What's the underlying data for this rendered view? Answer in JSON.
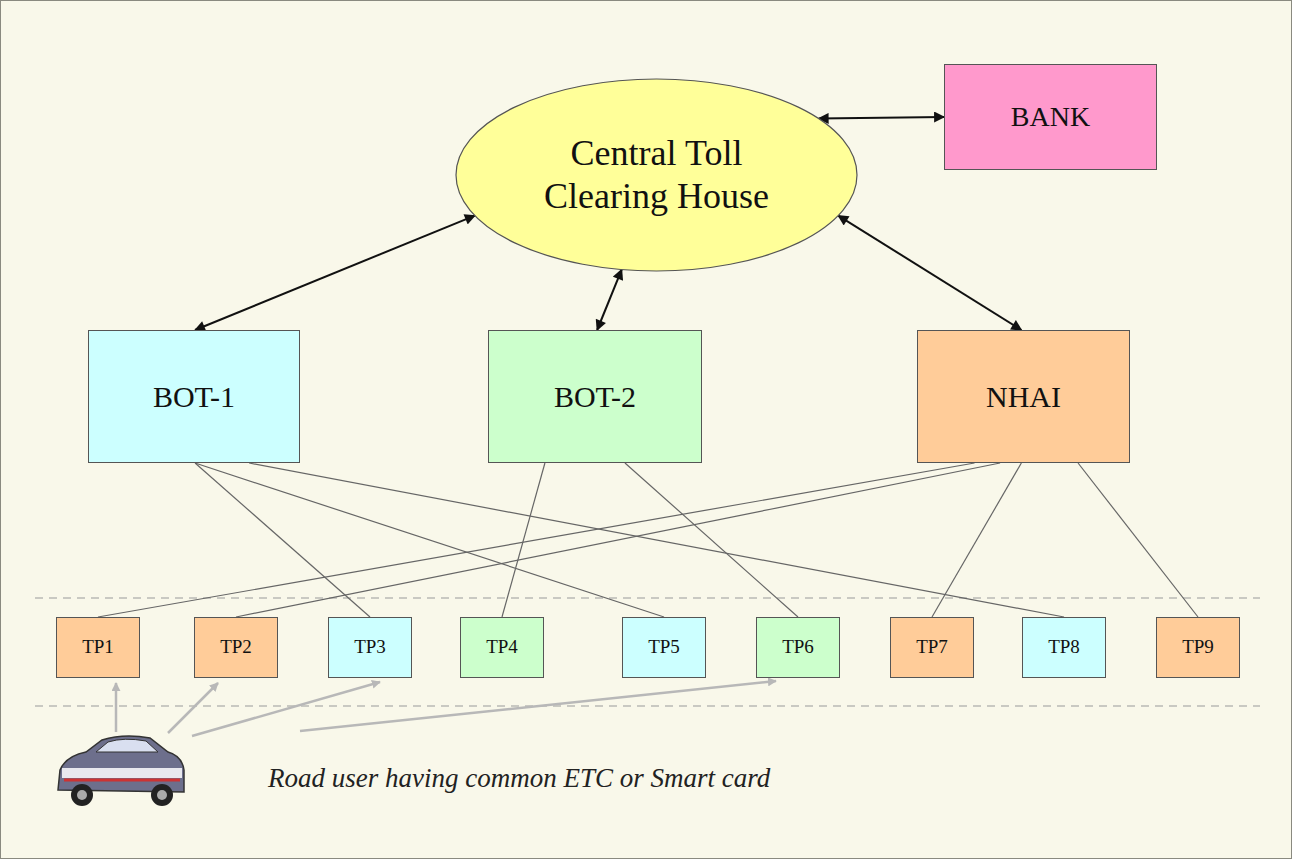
{
  "diagram": {
    "nodes": [
      {
        "text": [
          "Central Toll Clearing House"
        ]
      },
      {
        "text": [
          "BANK"
        ]
      },
      {
        "text": [
          "BOT-1"
        ]
      },
      {
        "text": [
          "BOT-2"
        ]
      },
      {
        "text": [
          "NHAI"
        ]
      },
      {
        "text": [
          "TP1"
        ]
      },
      {
        "text": [
          "TP2"
        ]
      },
      {
        "text": [
          "TP3"
        ]
      },
      {
        "text": [
          "TP4"
        ]
      },
      {
        "text": [
          "TP5"
        ]
      },
      {
        "text": [
          "TP6"
        ]
      },
      {
        "text": [
          "TP7"
        ]
      },
      {
        "text": [
          "TP8"
        ]
      },
      {
        "text": [
          "TP9"
        ]
      }
    ],
    "edges": [
      {
        "from": 0,
        "to": 1,
        "arrow": "both"
      },
      {
        "from": 0,
        "to": 2,
        "arrow": "both"
      },
      {
        "from": 0,
        "to": 3,
        "arrow": "both"
      },
      {
        "from": 0,
        "to": 4,
        "arrow": "both"
      },
      {
        "from": 2,
        "to": 7,
        "arrow": "none"
      },
      {
        "from": 2,
        "to": 9,
        "arrow": "none"
      },
      {
        "from": 2,
        "to": 12,
        "arrow": "none"
      },
      {
        "from": 3,
        "to": 8,
        "arrow": "none"
      },
      {
        "from": 3,
        "to": 10,
        "arrow": "none"
      },
      {
        "from": 4,
        "to": 5,
        "arrow": "none"
      },
      {
        "from": 4,
        "to": 6,
        "arrow": "none"
      },
      {
        "from": 4,
        "to": 11,
        "arrow": "none"
      },
      {
        "from": 4,
        "to": 13,
        "arrow": "none"
      }
    ],
    "labels": [
      "Road user having common ETC or Smart card"
    ]
  }
}
